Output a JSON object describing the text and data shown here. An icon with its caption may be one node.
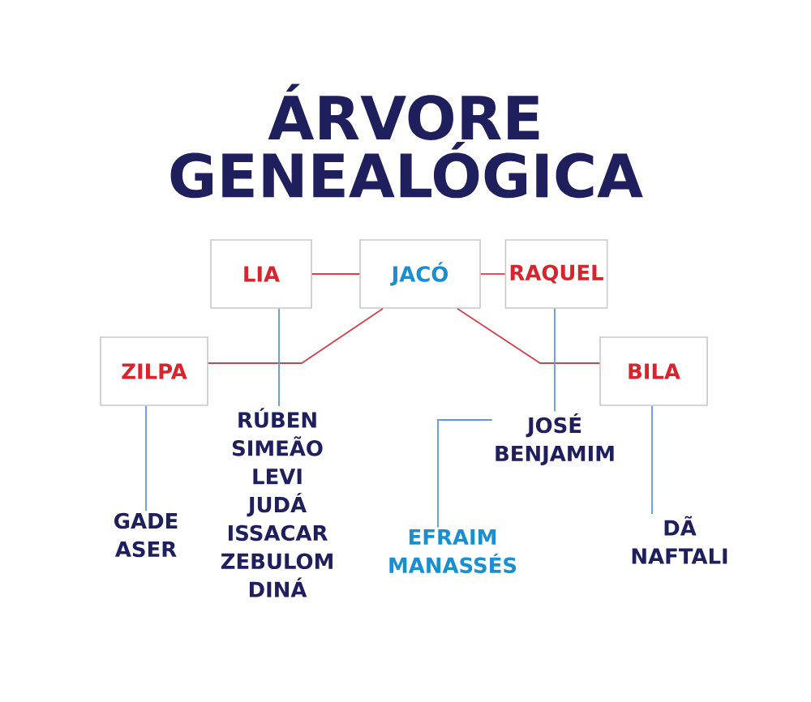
{
  "diagram": {
    "title": "ÁRVORE GENEALÓGICA",
    "nodes": [
      {
        "text": [
          "LIA"
        ]
      },
      {
        "text": [
          "JACÓ"
        ]
      },
      {
        "text": [
          "RAQUEL"
        ]
      },
      {
        "text": [
          "ZILPA"
        ]
      },
      {
        "text": [
          "BILA"
        ]
      },
      {
        "text": [
          "GADE",
          "ASER"
        ]
      },
      {
        "text": [
          "RÚBEN",
          "SIMEÃO",
          "LEVI",
          "JUDÁ",
          "ISSACAR",
          "ZEBULOM",
          "DINÁ"
        ]
      },
      {
        "text": [
          "JOSÉ",
          "BENJAMIM"
        ]
      },
      {
        "text": [
          "EFRAIM",
          "MANASSÉS"
        ]
      },
      {
        "text": [
          "DÃ",
          "NAFTALI"
        ]
      }
    ],
    "edges": [
      {
        "from": 0,
        "to": 1,
        "arrow": "none",
        "color": "#d0434b"
      },
      {
        "from": 1,
        "to": 2,
        "arrow": "none",
        "color": "#d0434b"
      },
      {
        "from": 1,
        "to": 3,
        "arrow": "none",
        "color": "#d0434b"
      },
      {
        "from": 1,
        "to": 4,
        "arrow": "none",
        "color": "#d0434b"
      },
      {
        "from": 3,
        "to": 5,
        "arrow": "none"
      },
      {
        "from": 0,
        "to": 6,
        "arrow": "none"
      },
      {
        "from": 2,
        "to": 7,
        "arrow": "none"
      },
      {
        "from": 7,
        "to": 8,
        "arrow": "none"
      },
      {
        "from": 4,
        "to": 9,
        "arrow": "none"
      }
    ]
  }
}
